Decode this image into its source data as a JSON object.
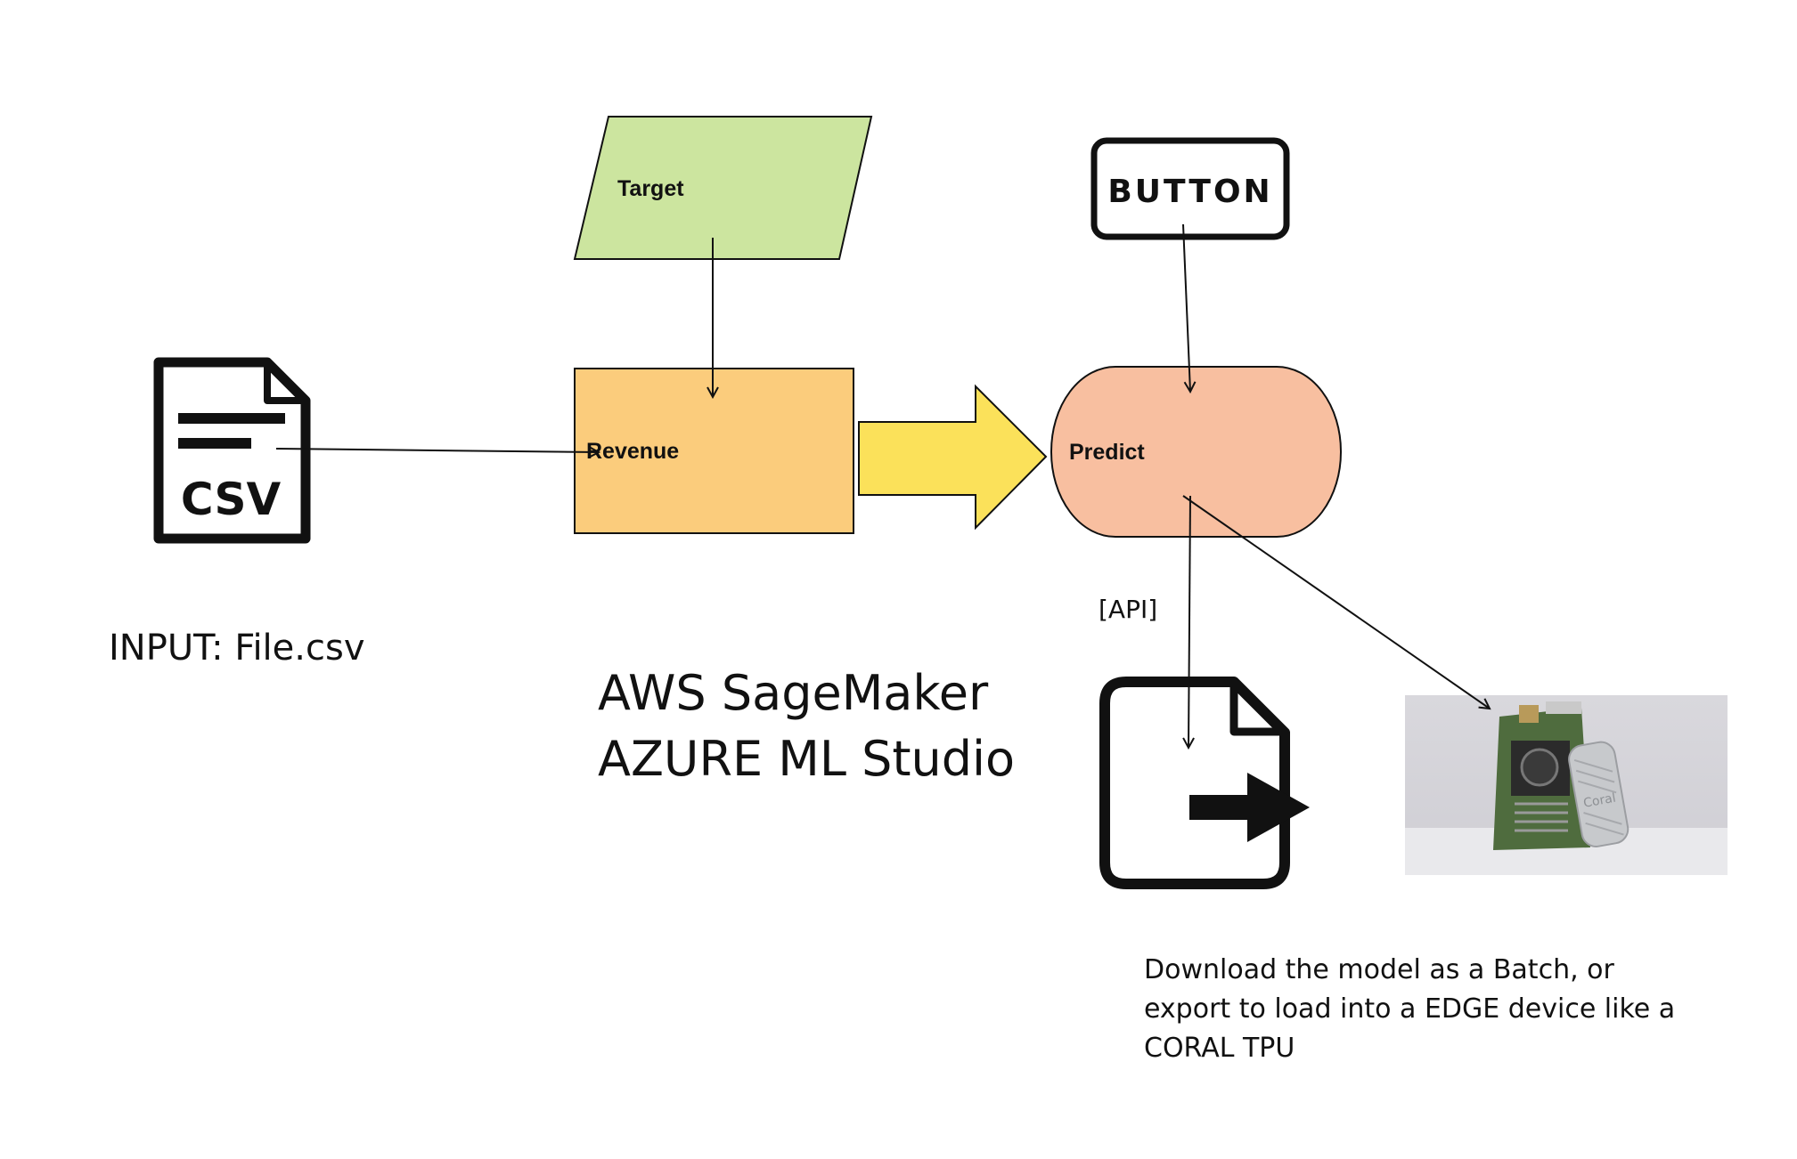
{
  "diagram": {
    "target_label": "Target",
    "revenue_label": "Revenue",
    "predict_label": "Predict",
    "button_label": "BUTTON",
    "csv_icon_text": "CSV",
    "input_caption": "INPUT: File.csv",
    "platforms": [
      "AWS SageMaker",
      "AZURE ML Studio"
    ],
    "api_label": "[API]",
    "export_note": "Download the model as a Batch, or export to load into a EDGE device like a CORAL TPU",
    "device_brand": "Coral"
  },
  "colors": {
    "target_fill": "#cce59f",
    "revenue_fill": "#fbcc7c",
    "arrow_fill": "#fbe15a",
    "predict_fill": "#f8bfa0",
    "ink": "#111111"
  },
  "icons": [
    "csv-file-icon",
    "file-export-icon",
    "coral-device-photo"
  ]
}
